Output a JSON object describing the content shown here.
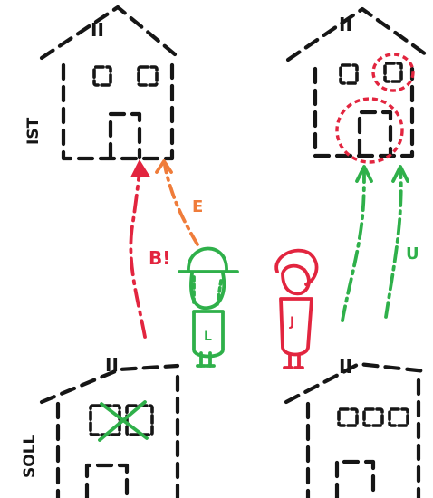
{
  "labels": {
    "ist": "IST",
    "soll": "SOLL",
    "roof_mark": "II",
    "arrow_b": "B!",
    "arrow_e": "E",
    "arrow_u": "U",
    "figure_left": "L",
    "figure_right": "J"
  },
  "colors": {
    "ink": "#161616",
    "red": "#e2253f",
    "orange": "#ef7c3a",
    "green": "#2fb04a"
  }
}
